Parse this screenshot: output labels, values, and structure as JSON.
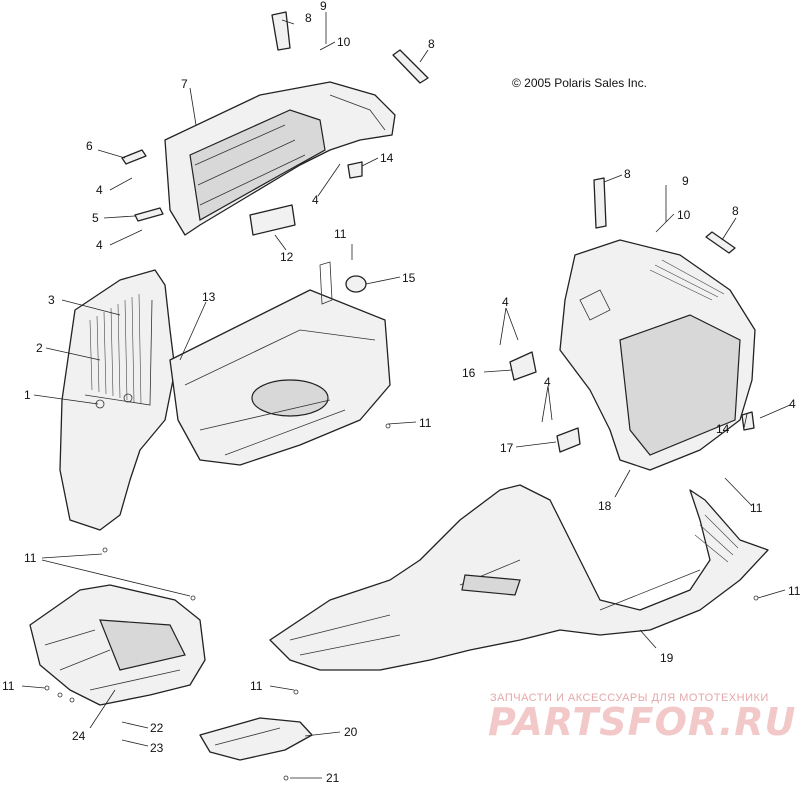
{
  "copyright": "© 2005 Polaris Sales Inc.",
  "watermark": {
    "subtitle": "ЗАПЧАСТИ И АКСЕССУАРЫ ДЛЯ МОТОТЕХНИКИ",
    "logo": "PARTSFOR.RU"
  },
  "callouts": [
    {
      "id": "c8a",
      "label": "8"
    },
    {
      "id": "c9a",
      "label": "9"
    },
    {
      "id": "c10a",
      "label": "10"
    },
    {
      "id": "c8b",
      "label": "8"
    },
    {
      "id": "c7",
      "label": "7"
    },
    {
      "id": "c6",
      "label": "6"
    },
    {
      "id": "c4a",
      "label": "4"
    },
    {
      "id": "c5",
      "label": "5"
    },
    {
      "id": "c4b",
      "label": "4"
    },
    {
      "id": "c14a",
      "label": "14"
    },
    {
      "id": "c4c",
      "label": "4"
    },
    {
      "id": "c12",
      "label": "12"
    },
    {
      "id": "c11a",
      "label": "11"
    },
    {
      "id": "c15",
      "label": "15"
    },
    {
      "id": "c3",
      "label": "3"
    },
    {
      "id": "c13",
      "label": "13"
    },
    {
      "id": "c2",
      "label": "2"
    },
    {
      "id": "c1",
      "label": "1"
    },
    {
      "id": "c11b",
      "label": "11"
    },
    {
      "id": "c8c",
      "label": "8"
    },
    {
      "id": "c9b",
      "label": "9"
    },
    {
      "id": "c10b",
      "label": "10"
    },
    {
      "id": "c8d",
      "label": "8"
    },
    {
      "id": "c4d",
      "label": "4"
    },
    {
      "id": "c16",
      "label": "16"
    },
    {
      "id": "c4e",
      "label": "4"
    },
    {
      "id": "c17",
      "label": "17"
    },
    {
      "id": "c4f",
      "label": "4"
    },
    {
      "id": "c14b",
      "label": "14"
    },
    {
      "id": "c11c",
      "label": "11"
    },
    {
      "id": "c18",
      "label": "18"
    },
    {
      "id": "c11d",
      "label": "11"
    },
    {
      "id": "c11e",
      "label": "11"
    },
    {
      "id": "c19",
      "label": "19"
    },
    {
      "id": "c11f",
      "label": "11"
    },
    {
      "id": "c24",
      "label": "24"
    },
    {
      "id": "c11g",
      "label": "11"
    },
    {
      "id": "c22",
      "label": "22"
    },
    {
      "id": "c23",
      "label": "23"
    },
    {
      "id": "c20",
      "label": "20"
    },
    {
      "id": "c21",
      "label": "21"
    }
  ]
}
